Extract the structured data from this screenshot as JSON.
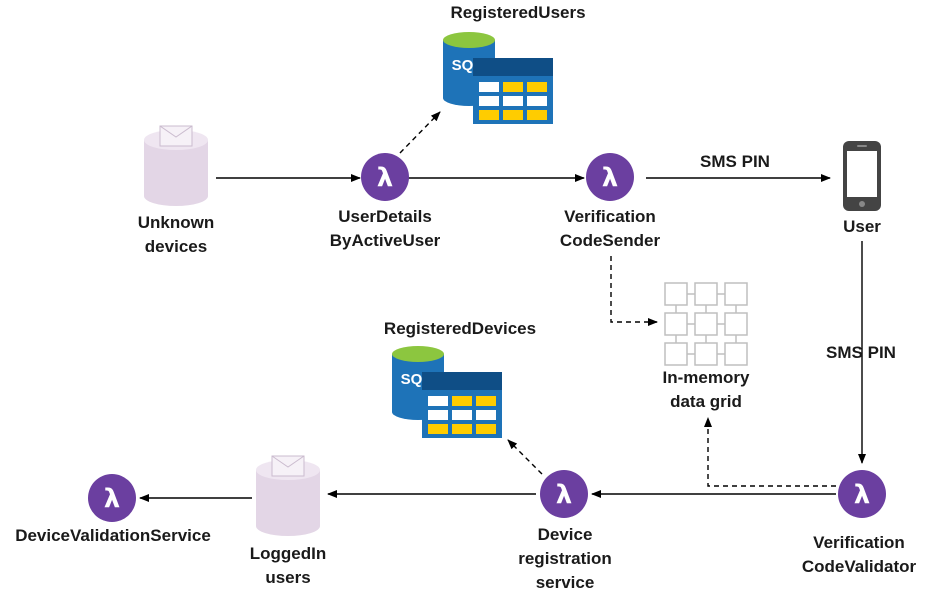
{
  "labels": {
    "registered_users": "RegisteredUsers",
    "unknown_devices_1": "Unknown",
    "unknown_devices_2": "devices",
    "user_details_1": "UserDetails",
    "user_details_2": "ByActiveUser",
    "verification_sender_1": "Verification",
    "verification_sender_2": "CodeSender",
    "sms_pin_top": "SMS PIN",
    "user": "User",
    "sms_pin_right": "SMS PIN",
    "registered_devices": "RegisteredDevices",
    "data_grid_1": "In-memory",
    "data_grid_2": "data grid",
    "device_validation_service": "DeviceValidationService",
    "logged_in_1": "LoggedIn",
    "logged_in_2": "users",
    "device_registration_1": "Device",
    "device_registration_2": "registration",
    "device_registration_3": "service",
    "verification_validator_1": "Verification",
    "verification_validator_2": "CodeValidator"
  },
  "icons": {
    "sql_text": "SQL",
    "lambda_symbol": "λ"
  },
  "colors": {
    "lambda": "#6b3fa0",
    "sql_blue": "#1e73b8",
    "sql_dark": "#0f4e86",
    "sql_green": "#8cc63f",
    "sql_yellow": "#ffcc00",
    "queue_body": "#e3d6e6",
    "grid_stroke": "#bfbfbf",
    "arrow": "#000000"
  }
}
